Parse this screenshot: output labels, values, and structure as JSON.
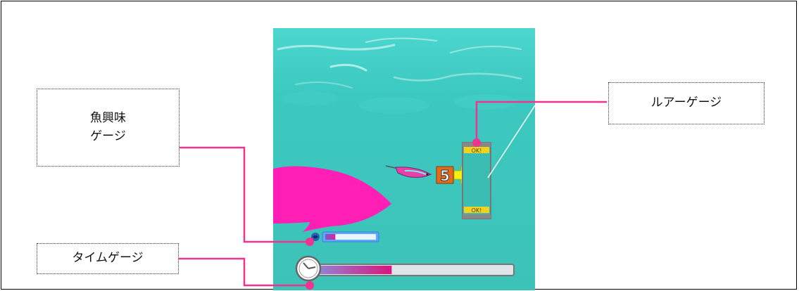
{
  "callouts": {
    "fish_interest": "魚興味\nゲージ",
    "lure_gauge": "ルアーゲージ",
    "time_gauge": "タイムゲージ"
  },
  "game": {
    "lure_count": "5",
    "ok_top": "OK!",
    "ok_bottom": "OK!",
    "fish_interest_level": 0.2,
    "time_level": 0.4
  },
  "colors": {
    "water": "#3fc9bf",
    "fish": "#ff1fb4",
    "leader_line": "#f0338f",
    "ok_label": "#f2d21b",
    "arrow": "#f5f10a"
  }
}
